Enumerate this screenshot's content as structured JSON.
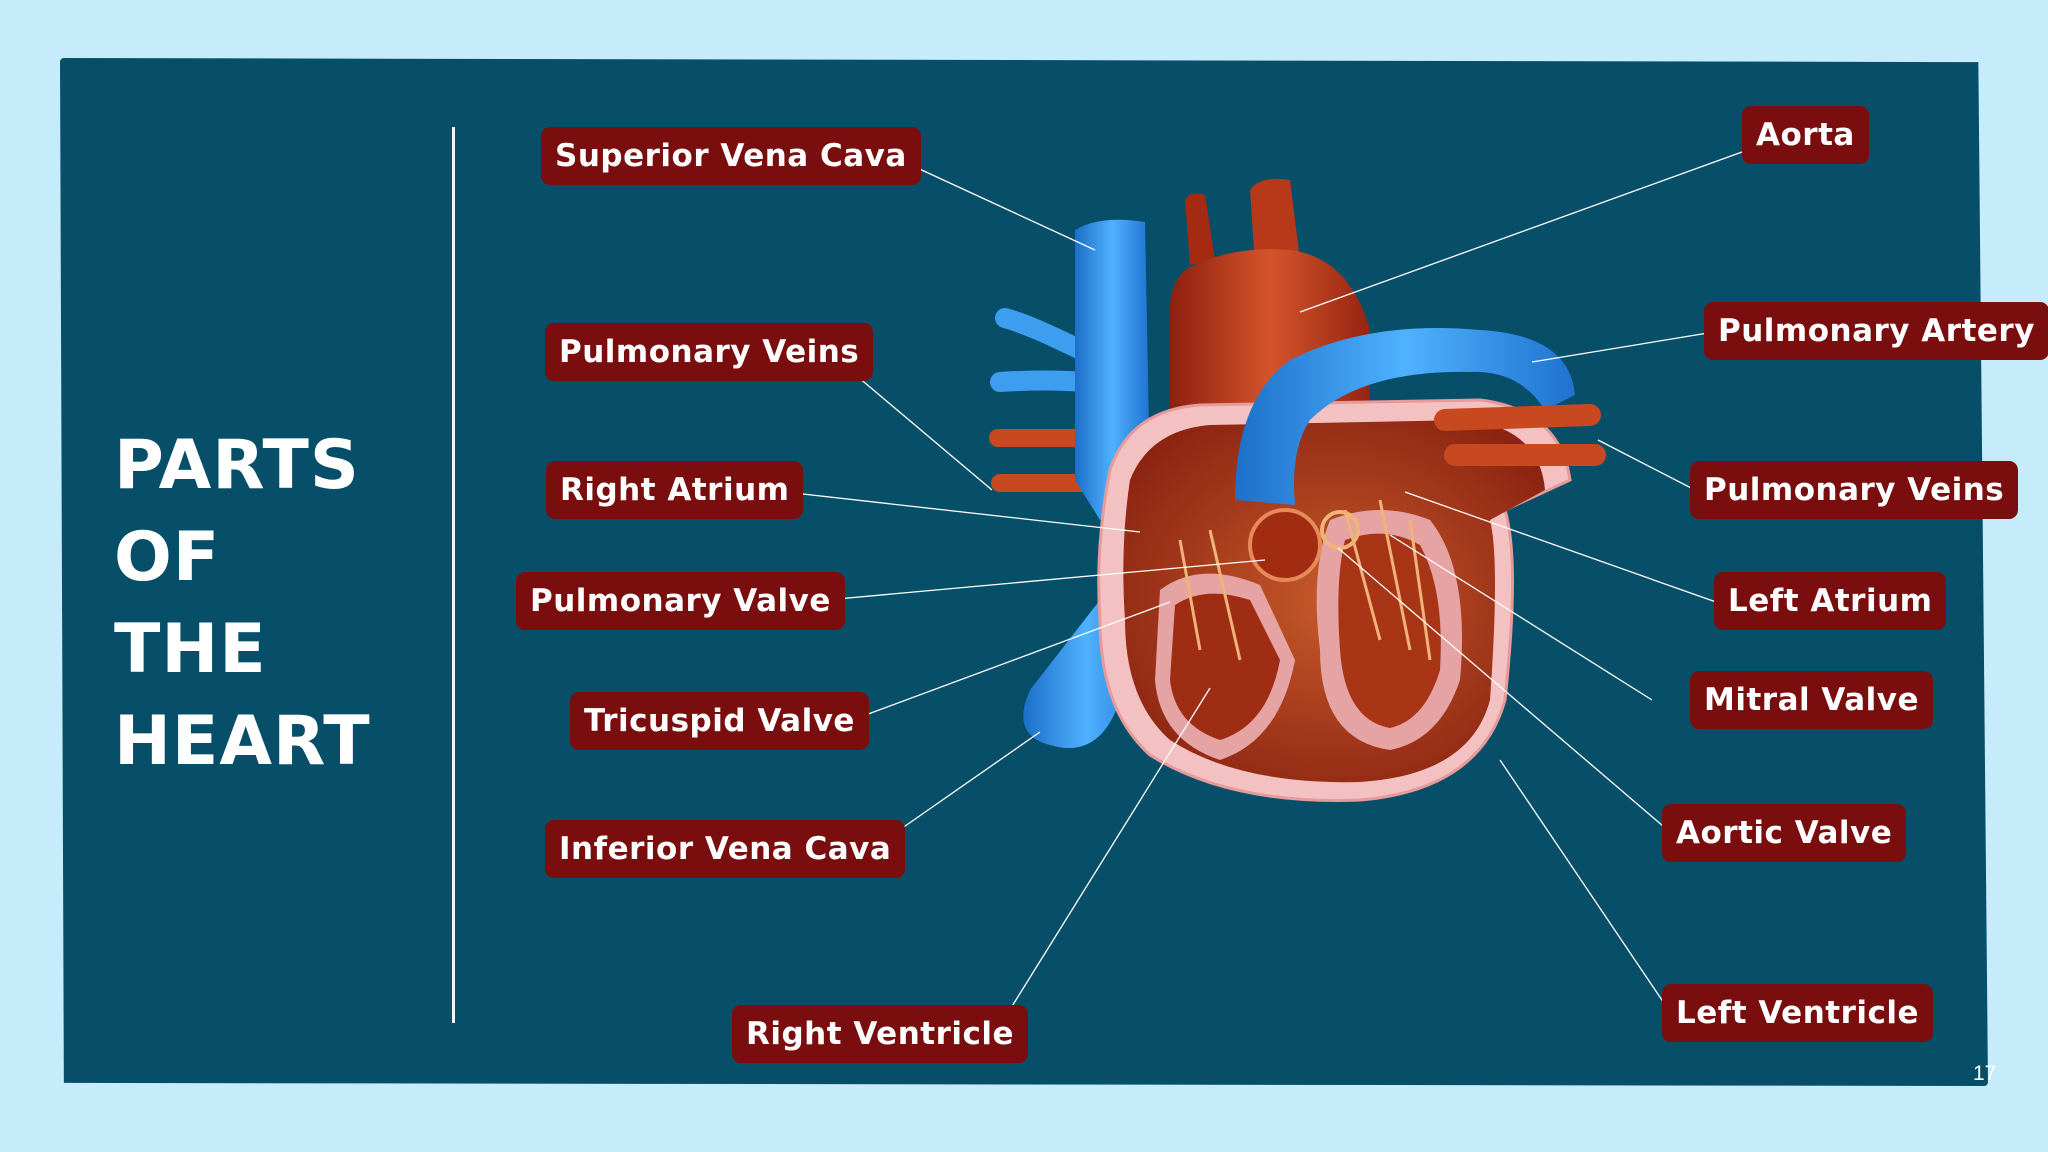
{
  "title_lines": [
    "PARTS",
    "OF",
    "THE",
    "HEART"
  ],
  "page_number": "17",
  "labels": {
    "superior_vena_cava": "Superior Vena Cava",
    "pulmonary_veins_left": "Pulmonary Veins",
    "right_atrium": "Right Atrium",
    "pulmonary_valve": "Pulmonary Valve",
    "tricuspid_valve": "Tricuspid Valve",
    "inferior_vena_cava": "Inferior Vena Cava",
    "right_ventricle": "Right Ventricle",
    "aorta": "Aorta",
    "pulmonary_artery": "Pulmonary Artery",
    "pulmonary_veins_right": "Pulmonary Veins",
    "left_atrium": "Left Atrium",
    "mitral_valve": "Mitral Valve",
    "aortic_valve": "Aortic Valve",
    "left_ventricle": "Left Ventricle"
  },
  "colors": {
    "page_background": "#c6ecfb",
    "panel": "#074f69",
    "label_fill": "#7a0d0d",
    "label_text": "#ffffff",
    "vein_blue": "#2f8ee0",
    "artery_red": "#c2421c",
    "muscle_pink": "#f2b8b8"
  }
}
